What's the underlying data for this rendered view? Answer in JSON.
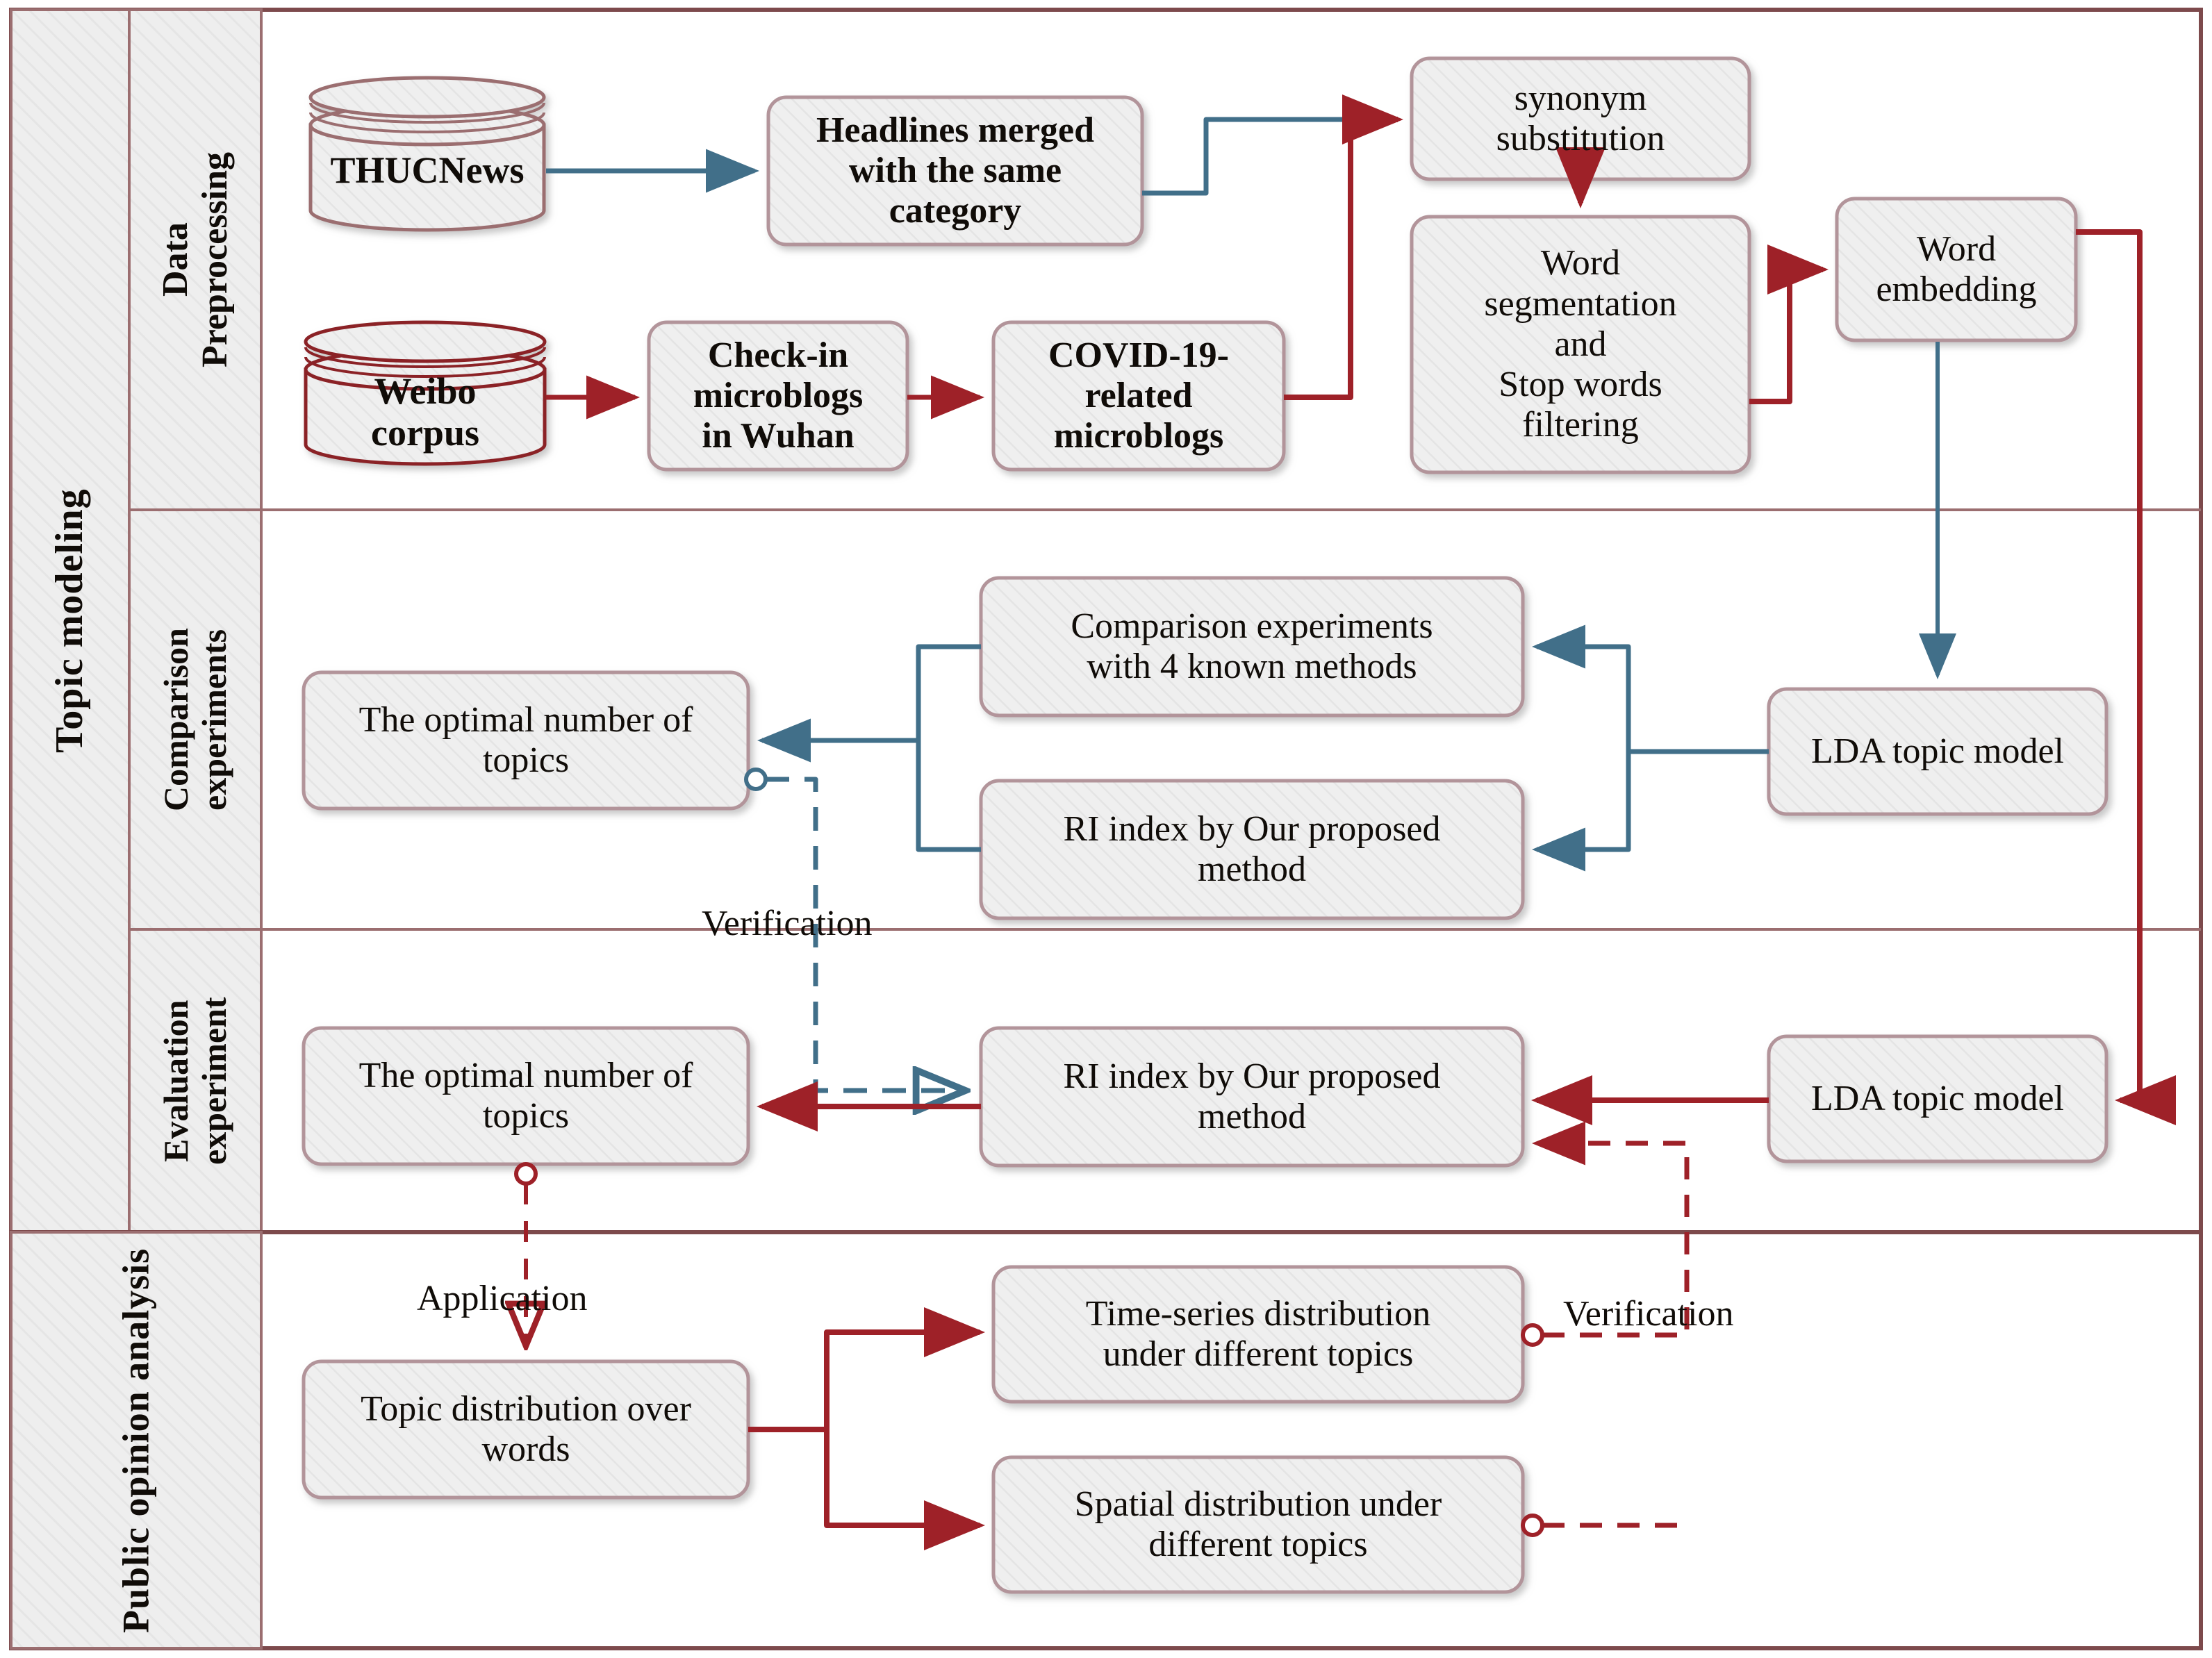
{
  "diagram": {
    "title": "Research framework flowchart",
    "colors": {
      "dark_red": "#9e2128",
      "deep_red": "#8b2026",
      "mauve_border": "#b2949a",
      "frame_border": "#7d4a4c",
      "teal_blue": "#416f89",
      "node_fill": "#efefef",
      "text": "#100c08"
    },
    "bands": [
      {
        "id": "topic-modeling",
        "label": "Topic modeling"
      },
      {
        "id": "public-opinion",
        "label": "Public opinion analysis"
      }
    ],
    "rows": [
      {
        "id": "data-preprocessing",
        "label": "Data\nPreprocessing"
      },
      {
        "id": "comparison-experiments",
        "label": "Comparison\nexperiments"
      },
      {
        "id": "evaluation-experiment",
        "label": "Evaluation\nexperiment"
      }
    ],
    "nodes": [
      {
        "id": "thucnews",
        "label": "THUCNews",
        "shape": "cylinder"
      },
      {
        "id": "weibo-corpus",
        "label": "Weibo\ncorpus",
        "shape": "cylinder"
      },
      {
        "id": "headlines-merged",
        "label": "Headlines merged\nwith the same\ncategory",
        "shape": "rounded-rect"
      },
      {
        "id": "checkin-microblogs",
        "label": "Check-in\nmicroblogs\nin Wuhan",
        "shape": "rounded-rect"
      },
      {
        "id": "covid-microblogs",
        "label": "COVID-19-\nrelated\nmicroblogs",
        "shape": "rounded-rect"
      },
      {
        "id": "synonym-substitution",
        "label": "synonym\nsubstitution",
        "shape": "rounded-rect"
      },
      {
        "id": "word-segmentation",
        "label": "Word\nsegmentation\nand\nStop words\nfiltering",
        "shape": "rounded-rect"
      },
      {
        "id": "word-embedding",
        "label": "Word\nembedding",
        "shape": "rounded-rect"
      },
      {
        "id": "lda-topic-model-comparison",
        "label": "LDA topic model",
        "shape": "rounded-rect"
      },
      {
        "id": "comparison-4-methods",
        "label": "Comparison experiments\nwith 4 known methods",
        "shape": "rounded-rect"
      },
      {
        "id": "ri-index-comparison",
        "label": "RI index by Our proposed\nmethod",
        "shape": "rounded-rect"
      },
      {
        "id": "optimal-topics-comparison",
        "label": "The optimal number of\ntopics",
        "shape": "rounded-rect"
      },
      {
        "id": "lda-topic-model-evaluation",
        "label": "LDA topic model",
        "shape": "rounded-rect"
      },
      {
        "id": "ri-index-evaluation",
        "label": "RI index by Our proposed\nmethod",
        "shape": "rounded-rect"
      },
      {
        "id": "optimal-topics-evaluation",
        "label": "The optimal number of\ntopics",
        "shape": "rounded-rect"
      },
      {
        "id": "topic-distribution",
        "label": "Topic distribution over\nwords",
        "shape": "rounded-rect"
      },
      {
        "id": "time-series",
        "label": "Time-series distribution\nunder different topics",
        "shape": "rounded-rect"
      },
      {
        "id": "spatial-distribution",
        "label": "Spatial distribution under\ndifferent topics",
        "shape": "rounded-rect"
      }
    ],
    "edge_labels": [
      {
        "id": "verification-comparison",
        "label": "Verification"
      },
      {
        "id": "application",
        "label": "Application"
      },
      {
        "id": "verification-public-opinion",
        "label": "Verification"
      }
    ]
  }
}
